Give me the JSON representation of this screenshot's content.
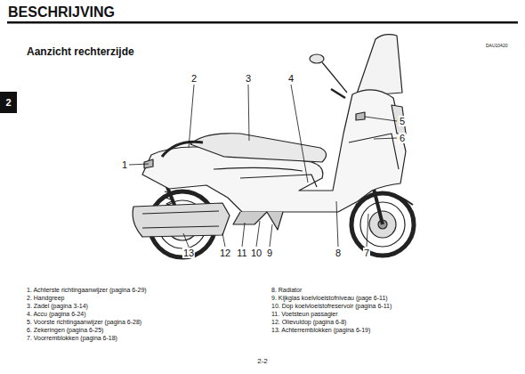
{
  "diagram": {
    "title": "BESCHRIJVING",
    "labels": [
      "DAU10420",
      "Aanzicht rechterzijde",
      "2",
      "1",
      "2",
      "3",
      "4",
      "5",
      "6",
      "7",
      "8",
      "9",
      "10",
      "11",
      "12",
      "13",
      "1. Achterste richtingaanwijzer (pagina 6-29)",
      "2. Handgreep",
      "3. Zadel (pagina 3-14)",
      "4. Accu (pagina 6-24)",
      "5. Voorste richtingaanwijzer (pagina 6-28)",
      "6. Zekeringen (pagina 6-25)",
      "7. Voorremblokken (pagina 6-18)",
      "8. Radiator",
      "9. Kijkglas koelvloeistofniveau (page 6-11)",
      "10. Dop koelvloeistofreservoir (pagina 6-11)",
      "11. Voetsteun passagier",
      "12. Olievuldop (pagina 6-8)",
      "13. Achterremblokken (pagina 6-19)",
      "2-2"
    ]
  }
}
